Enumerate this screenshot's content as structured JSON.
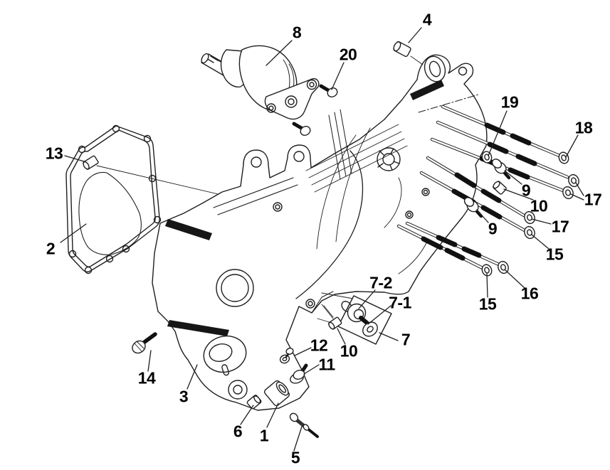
{
  "diagram": {
    "type": "exploded-parts-diagram",
    "background_color": "#ffffff",
    "line_color": "#1f1f1f",
    "label_color": "#000000",
    "callouts": [
      {
        "part_no": "8",
        "label": "8"
      },
      {
        "part_no": "20",
        "label": "20"
      },
      {
        "part_no": "4",
        "label": "4"
      },
      {
        "part_no": "13",
        "label": "13"
      },
      {
        "part_no": "2",
        "label": "2"
      },
      {
        "part_no": "19",
        "label": "19"
      },
      {
        "part_no": "18",
        "label": "18"
      },
      {
        "part_no": "9",
        "label": "9"
      },
      {
        "part_no": "10",
        "label": "10"
      },
      {
        "part_no": "17",
        "label": "17"
      },
      {
        "part_no": "9",
        "label": "9"
      },
      {
        "part_no": "17",
        "label": "17"
      },
      {
        "part_no": "15",
        "label": "15"
      },
      {
        "part_no": "16",
        "label": "16"
      },
      {
        "part_no": "15",
        "label": "15"
      },
      {
        "part_no": "7-2",
        "label": "7-2"
      },
      {
        "part_no": "7-1",
        "label": "7-1"
      },
      {
        "part_no": "7",
        "label": "7"
      },
      {
        "part_no": "10",
        "label": "10"
      },
      {
        "part_no": "12",
        "label": "12"
      },
      {
        "part_no": "11",
        "label": "11"
      },
      {
        "part_no": "14",
        "label": "14"
      },
      {
        "part_no": "3",
        "label": "3"
      },
      {
        "part_no": "6",
        "label": "6"
      },
      {
        "part_no": "1",
        "label": "1"
      },
      {
        "part_no": "5",
        "label": "5"
      }
    ]
  }
}
